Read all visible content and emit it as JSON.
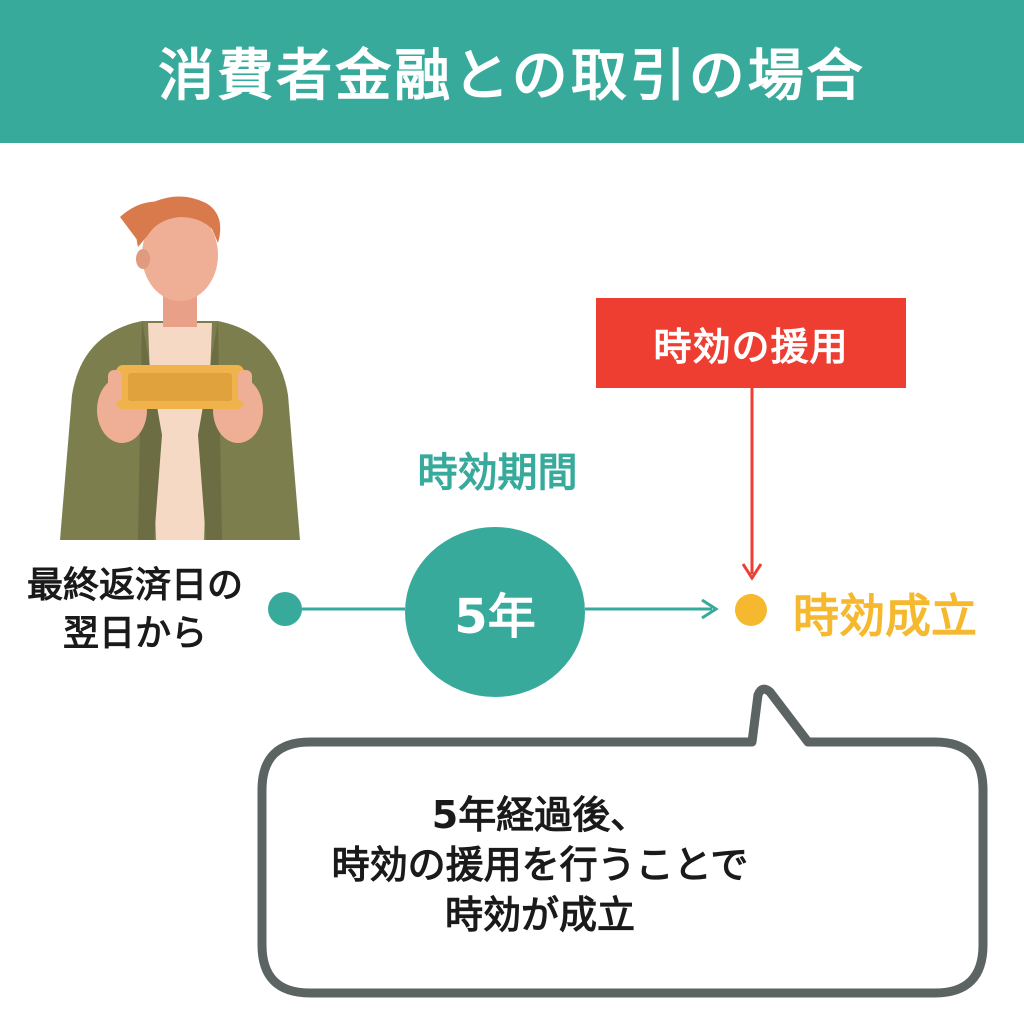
{
  "header": {
    "title": "消費者金融との取引の場合"
  },
  "timeline": {
    "start_label_line1": "最終返済日の",
    "start_label_line2": "翌日から",
    "period_label": "時効期間",
    "period_value": "5年",
    "invoke_label": "時効の援用",
    "end_label": "時効成立"
  },
  "bubble": {
    "line1": "5年経過後、",
    "line2": "時効の援用を行うことで",
    "line3": "時効が成立"
  },
  "colors": {
    "teal": "#38aa9c",
    "red": "#ee3e32",
    "yellow": "#f5b82e",
    "bubble_border": "#5b6463"
  }
}
